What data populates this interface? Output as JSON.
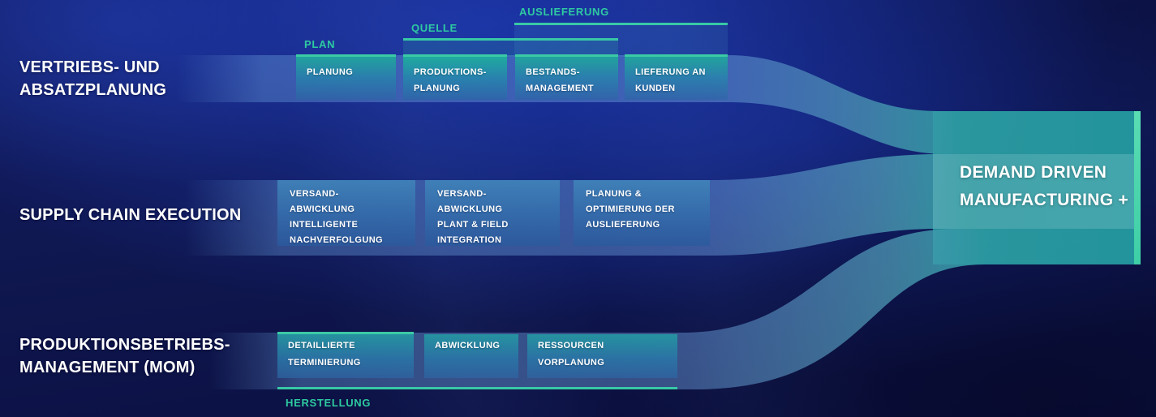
{
  "rows": [
    {
      "section_label_lines": [
        "VERTRIEBS- UND",
        "ABSATZPLANUNG"
      ],
      "brackets": [
        {
          "label": "PLAN"
        },
        {
          "label": "QUELLE"
        },
        {
          "label": "AUSLIEFERUNG"
        }
      ],
      "boxes": [
        {
          "lines": [
            "PLANUNG"
          ]
        },
        {
          "lines": [
            "PRODUKTIONS-",
            "PLANUNG"
          ]
        },
        {
          "lines": [
            "BESTANDS-",
            "MANAGEMENT"
          ]
        },
        {
          "lines": [
            "LIEFERUNG AN",
            "KUNDEN"
          ]
        }
      ]
    },
    {
      "section_label_lines": [
        "SUPPLY CHAIN EXECUTION"
      ],
      "brackets": [],
      "boxes": [
        {
          "lines": [
            "VERSAND-",
            "ABWICKLUNG",
            "INTELLIGENTE",
            "NACHVERFOLGUNG"
          ]
        },
        {
          "lines": [
            "VERSAND-",
            "ABWICKLUNG",
            "PLANT & FIELD",
            "INTEGRATION"
          ]
        },
        {
          "lines": [
            "PLANUNG &",
            "OPTIMIERUNG DER",
            "AUSLIEFERUNG"
          ]
        }
      ]
    },
    {
      "section_label_lines": [
        "PRODUKTIONSBETRIEBS-",
        "MANAGEMENT (MOM)"
      ],
      "brackets": [
        {
          "label": "HERSTELLUNG"
        }
      ],
      "boxes": [
        {
          "lines": [
            "DETAILLIERTE",
            "TERMINIERUNG"
          ]
        },
        {
          "lines": [
            "ABWICKLUNG"
          ]
        },
        {
          "lines": [
            "RESSOURCEN",
            "VORPLANUNG"
          ]
        }
      ]
    }
  ],
  "target_node": {
    "lines": [
      "DEMAND DRIVEN",
      "MANUFACTURING +"
    ]
  },
  "colors": {
    "background_navy": "#0f174f",
    "glow_blue": "#234be6",
    "accent_teal_line": "#3bcaa5",
    "bracket_label_teal": "#2ecaa1",
    "node_teal": "#21929b",
    "node_bar_green": "#4fd7ae",
    "ribbon_blue": "#4b82c8",
    "text_white": "#ffffff"
  }
}
